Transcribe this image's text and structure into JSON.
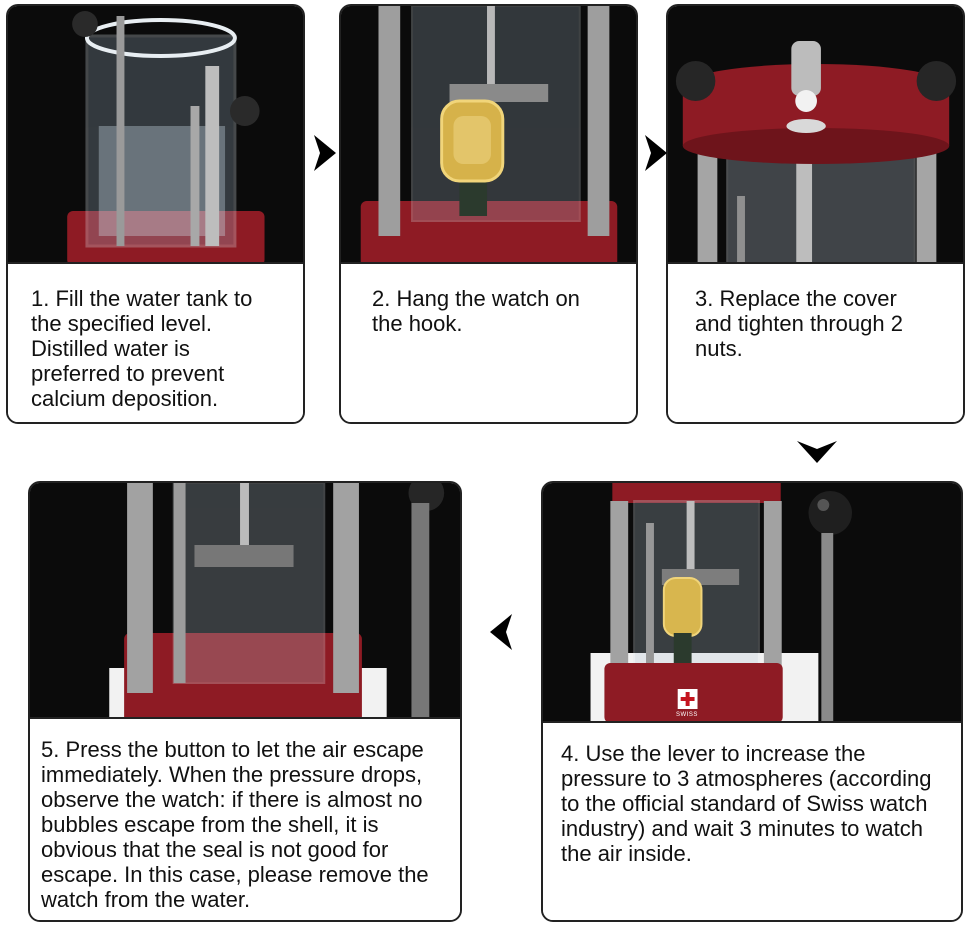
{
  "steps": [
    {
      "number": "1",
      "text": "1. Fill the water tank to\nthe specified level.\nDistilled water is\npreferred to prevent\ncalcium deposition."
    },
    {
      "number": "2",
      "text": "2. Hang the watch on\nthe hook."
    },
    {
      "number": "3",
      "text": "3. Replace the cover\nand tighten through 2\nnuts."
    },
    {
      "number": "4",
      "text": "4. Use the lever to increase the\npressure to 3 atmospheres (according\nto the official standard of Swiss watch\nindustry) and wait 3 minutes to watch\nthe air inside."
    },
    {
      "number": "5",
      "text": "5. Press the button to let the air escape\nimmediately. When the pressure drops,\nobserve the watch: if there is almost no\nbubbles escape from the shell, it is\nobvious that the seal is not good for\nescape. In this case, please remove the\nwatch from the water."
    }
  ],
  "brand_label": "SWISS",
  "colors": {
    "base_red": "#8e1b24",
    "background_dark": "#0b0b0b",
    "border": "#222222"
  }
}
